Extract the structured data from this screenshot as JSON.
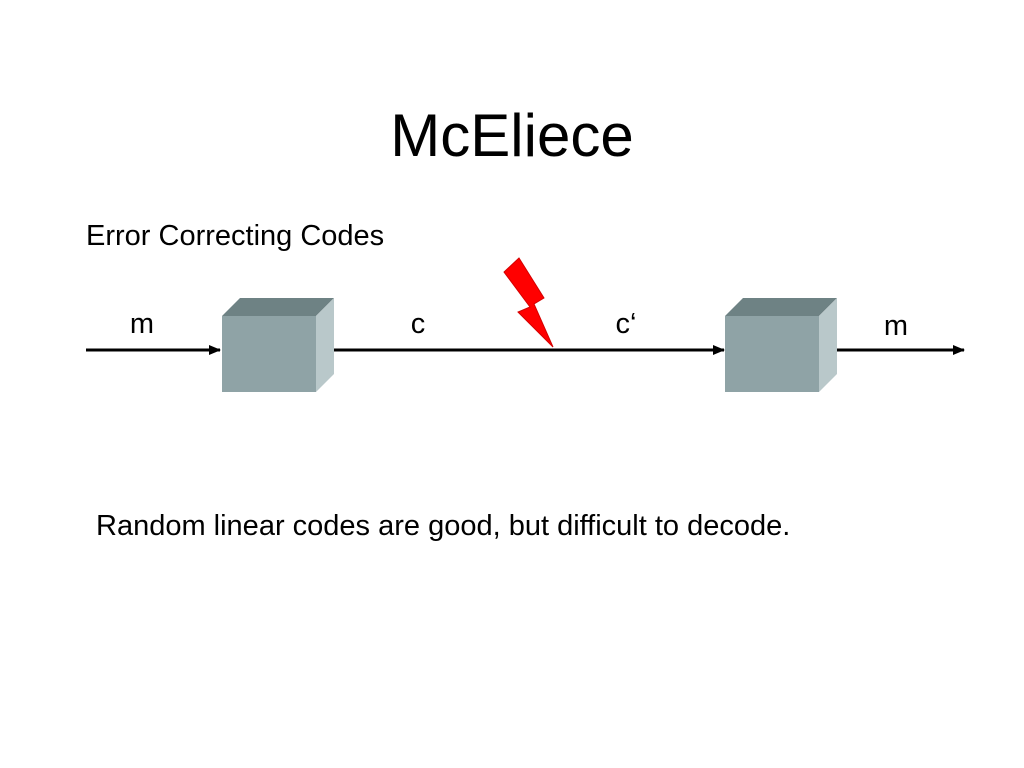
{
  "slide": {
    "title": "McEliece",
    "subtitle": "Error Correcting Codes",
    "caption": "Random linear codes are good, but difficult to decode."
  },
  "diagram": {
    "labels": {
      "message_in": "m",
      "codeword": "c",
      "corrupted_codeword": "c‘",
      "message_out": "m"
    },
    "colors": {
      "box_front": "#8FA3A6",
      "box_top": "#6E8284",
      "box_side": "#B9C8CA",
      "lightning": "#FF0000",
      "line": "#000000"
    }
  }
}
